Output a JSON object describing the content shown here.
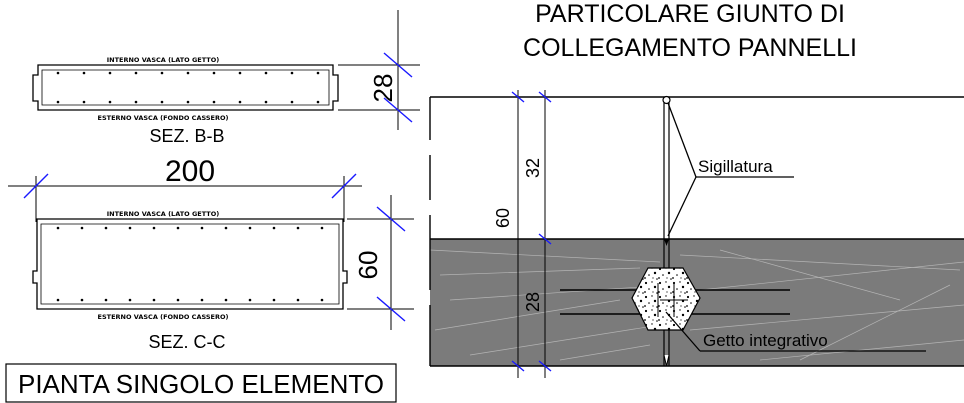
{
  "title_block": {
    "line1": "PARTICOLARE GIUNTO DI",
    "line2": "COLLEGAMENTO PANNELLI"
  },
  "section_bb": {
    "top_label": "INTERNO VASCA (LATO GETTO)",
    "bottom_label": "ESTERNO VASCA (FONDO CASSERO)",
    "name": "SEZ.  B-B",
    "dim_thickness": "28"
  },
  "section_cc": {
    "dim_width": "200",
    "top_label": "INTERNO VASCA (LATO GETTO)",
    "bottom_label": "ESTERNO VASCA (FONDO CASSERO)",
    "name": "SEZ.  C-C",
    "dim_thickness": "60"
  },
  "plan_title": "PIANTA SINGOLO ELEMENTO",
  "joint_detail": {
    "dim_total": "60",
    "dim_upper": "32",
    "dim_lower": "28",
    "label_seal": "Sigillatura",
    "label_grout": "Getto integrativo"
  },
  "colors": {
    "line": "#000000",
    "dimension_tick": "#1a1aff",
    "slab_fill": "#7b7b7b",
    "hatch": "#b4b4b4"
  }
}
